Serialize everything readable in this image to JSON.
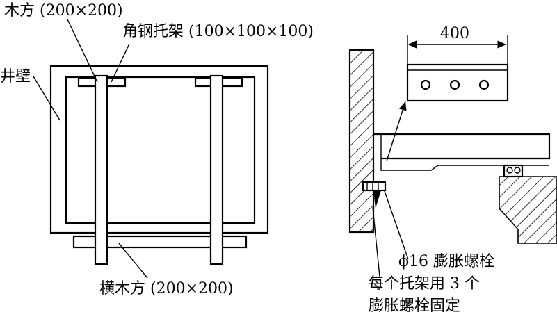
{
  "left_diagram": {
    "labels": {
      "timber_top": "木方 (200×200)",
      "angle_bracket": "角钢托架 (100×100×100)",
      "shaft_wall": "井壁",
      "cross_timber": "横木方 (200×200)"
    }
  },
  "right_diagram": {
    "labels": {
      "dimension": "400",
      "bolt": "ϕ16 膨胀螺栓",
      "note_line1": "每个托架用 3 个",
      "note_line2": "膨胀螺栓固定"
    }
  }
}
